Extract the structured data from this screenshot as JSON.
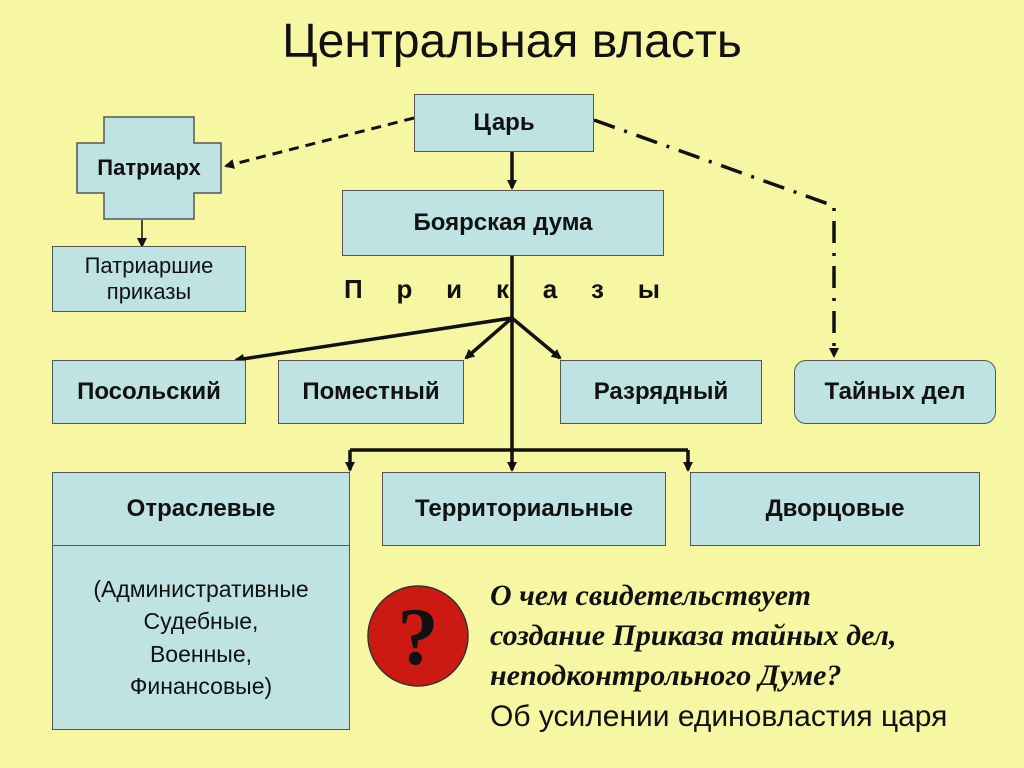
{
  "title": "Центральная власть",
  "nodes": {
    "tsar": "Царь",
    "patriarch": "Патриарх",
    "patriarch_prikazy": [
      "Патриаршие",
      "приказы"
    ],
    "boyar_duma": "Боярская дума",
    "prikazy_letters": [
      "П",
      "р",
      "и",
      "к",
      "а",
      "з",
      "ы"
    ],
    "posolsky": "Посольский",
    "pomestny": "Поместный",
    "razryadny": "Разрядный",
    "tainykh_del": "Тайных дел",
    "otraslevye": "Отраслевые",
    "territorialnye": "Территориальные",
    "dvortsovye": "Дворцовые",
    "otraslevye_list": [
      "(Административные",
      "Судебные,",
      "Военные,",
      "Финансовые)"
    ]
  },
  "question_icon": "question-mark-icon",
  "question_lines": [
    "О чем свидетельствует",
    "создание Приказа тайных дел,",
    "неподконтрольного Думе?"
  ],
  "answer": "Об усилении единовластия царя",
  "colors": {
    "background": "#f7f7a3",
    "box_fill": "#bfe3e3",
    "question_circle": "#cc1a12"
  }
}
